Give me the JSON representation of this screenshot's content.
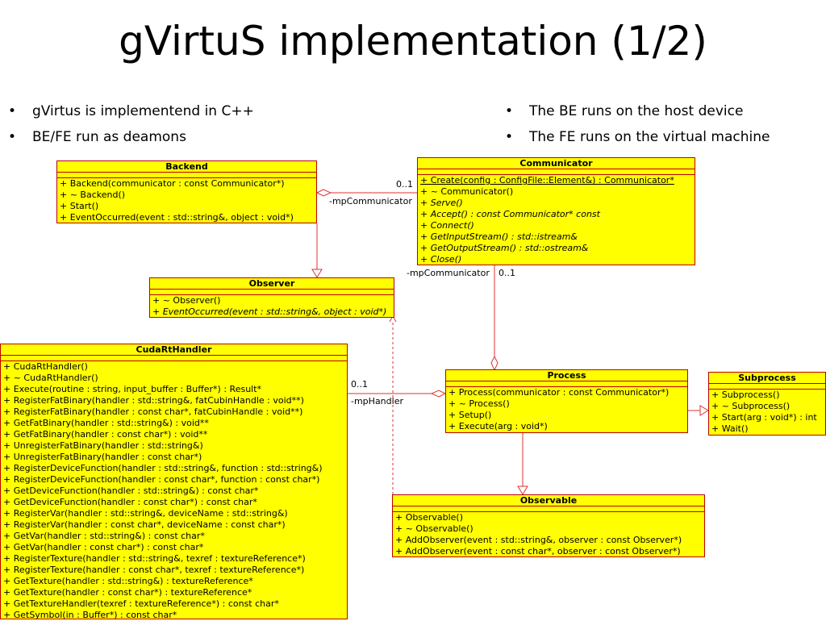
{
  "slide": {
    "title": "gVirtuS implementation (1/2)",
    "bullets_left": [
      "gVirtus is implementend in C++",
      "BE/FE run as deamons"
    ],
    "bullets_right": [
      "The BE runs on the host device",
      "The FE runs on the virtual machine"
    ],
    "bullet_char": "•"
  },
  "colors": {
    "class_fill": "#ffff00",
    "class_border": "#bb0000",
    "connector": "#dd3333"
  },
  "classes": {
    "backend": {
      "name": "Backend",
      "methods": [
        {
          "text": "+ Backend(communicator : const Communicator*)"
        },
        {
          "text": "+ ~ Backend()"
        },
        {
          "text": "+ Start()"
        },
        {
          "text": "+ EventOccurred(event : std::string&, object : void*)"
        }
      ]
    },
    "communicator": {
      "name": "Communicator",
      "methods": [
        {
          "text": "+ Create(config : ConfigFile::Element&) : Communicator*",
          "style": "u"
        },
        {
          "text": "+ ~ Communicator()"
        },
        {
          "text": "+ Serve()",
          "style": "i"
        },
        {
          "text": "+ Accept() : const Communicator* const",
          "style": "i"
        },
        {
          "text": "+ Connect()",
          "style": "i"
        },
        {
          "text": "+ GetInputStream() : std::istream&",
          "style": "i"
        },
        {
          "text": "+ GetOutputStream() : std::ostream&",
          "style": "i"
        },
        {
          "text": "+ Close()",
          "style": "i"
        }
      ]
    },
    "observer": {
      "name": "Observer",
      "methods": [
        {
          "text": "+ ~ Observer()"
        },
        {
          "text": "+ EventOccurred(event : std::string&, object : void*)",
          "style": "i"
        }
      ]
    },
    "cudarthandler": {
      "name": "CudaRtHandler",
      "methods": [
        {
          "text": "+ CudaRtHandler()"
        },
        {
          "text": "+ ~ CudaRtHandler()"
        },
        {
          "text": "+ Execute(routine : string, input_buffer : Buffer*) : Result*"
        },
        {
          "text": "+ RegisterFatBinary(handler : std::string&, fatCubinHandle : void**)"
        },
        {
          "text": "+ RegisterFatBinary(handler : const char*, fatCubinHandle : void**)"
        },
        {
          "text": "+ GetFatBinary(handler : std::string&) : void**"
        },
        {
          "text": "+ GetFatBinary(handler : const char*) : void**"
        },
        {
          "text": "+ UnregisterFatBinary(handler : std::string&)"
        },
        {
          "text": "+ UnregisterFatBinary(handler : const char*)"
        },
        {
          "text": "+ RegisterDeviceFunction(handler : std::string&, function : std::string&)"
        },
        {
          "text": "+ RegisterDeviceFunction(handler : const char*, function : const char*)"
        },
        {
          "text": "+ GetDeviceFunction(handler : std::string&) : const char*"
        },
        {
          "text": "+ GetDeviceFunction(handler : const char*) : const char*"
        },
        {
          "text": "+ RegisterVar(handler : std::string&, deviceName : std::string&)"
        },
        {
          "text": "+ RegisterVar(handler : const char*, deviceName : const char*)"
        },
        {
          "text": "+ GetVar(handler : std::string&) : const char*"
        },
        {
          "text": "+ GetVar(handler : const char*) : const char*"
        },
        {
          "text": "+ RegisterTexture(handler : std::string&, texref : textureReference*)"
        },
        {
          "text": "+ RegisterTexture(handler : const char*, texref : textureReference*)"
        },
        {
          "text": "+ GetTexture(handler : std::string&) : textureReference*"
        },
        {
          "text": "+ GetTexture(handler : const char*) : textureReference*"
        },
        {
          "text": "+ GetTextureHandler(texref : textureReference*) : const char*"
        },
        {
          "text": "+ GetSymbol(in : Buffer*) : const char*"
        }
      ]
    },
    "process": {
      "name": "Process",
      "methods": [
        {
          "text": "+ Process(communicator : const Communicator*)"
        },
        {
          "text": "+ ~ Process()"
        },
        {
          "text": "+ Setup()"
        },
        {
          "text": "+ Execute(arg : void*)"
        }
      ]
    },
    "subprocess": {
      "name": "Subprocess",
      "methods": [
        {
          "text": "+ Subprocess()"
        },
        {
          "text": "+ ~ Subprocess()"
        },
        {
          "text": "+ Start(arg : void*) : int"
        },
        {
          "text": "+ Wait()"
        }
      ]
    },
    "observable": {
      "name": "Observable",
      "methods": [
        {
          "text": "+ Observable()"
        },
        {
          "text": "+ ~ Observable()"
        },
        {
          "text": "+ AddObserver(event : std::string&, observer : const Observer*)"
        },
        {
          "text": "+ AddObserver(event : const char*, observer : const Observer*)"
        }
      ]
    }
  },
  "connectors": {
    "backend_comm_mult": "0..1",
    "backend_comm_role": "-mpCommunicator",
    "process_comm_role": "-mpCommunicator",
    "process_comm_mult": "0..1",
    "handler_mult": "0..1",
    "handler_role": "-mpHandler"
  }
}
